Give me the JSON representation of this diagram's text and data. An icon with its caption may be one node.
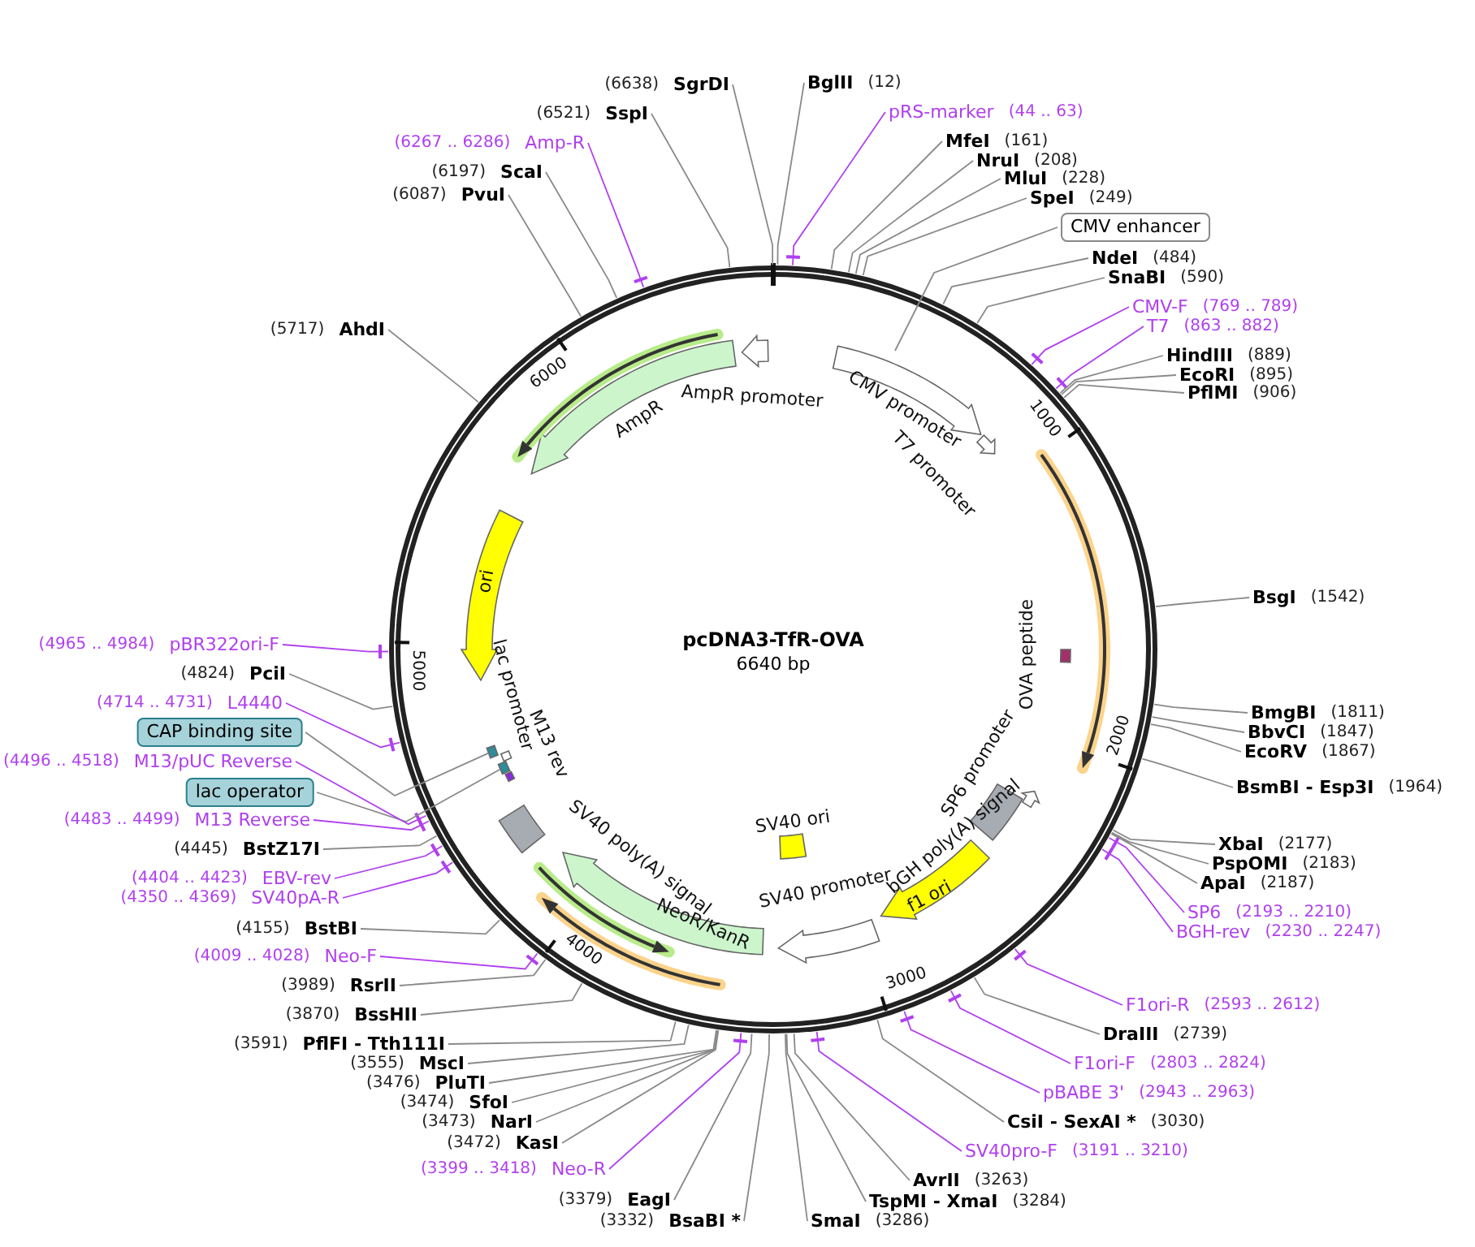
{
  "diagram": {
    "nodes": [
      {
        "text": [
          "pcDNA3-TfR-OVA",
          "6640 bp"
        ]
      },
      {
        "text": [
          "BglII",
          "(12)"
        ]
      },
      {
        "text": [
          "pRS-marker",
          "(44 .. 63)"
        ]
      },
      {
        "text": [
          "MfeI",
          "(161)"
        ]
      },
      {
        "text": [
          "NruI",
          "(208)"
        ]
      },
      {
        "text": [
          "MluI",
          "(228)"
        ]
      },
      {
        "text": [
          "SpeI",
          "(249)"
        ]
      },
      {
        "text": [
          "CMV enhancer"
        ]
      },
      {
        "text": [
          "NdeI",
          "(484)"
        ]
      },
      {
        "text": [
          "SnaBI",
          "(590)"
        ]
      },
      {
        "text": [
          "CMV-F",
          "(769 .. 789)"
        ]
      },
      {
        "text": [
          "T7",
          "(863 .. 882)"
        ]
      },
      {
        "text": [
          "HindIII",
          "(889)"
        ]
      },
      {
        "text": [
          "EcoRI",
          "(895)"
        ]
      },
      {
        "text": [
          "PflMI",
          "(906)"
        ]
      },
      {
        "text": [
          "BsgI",
          "(1542)"
        ]
      },
      {
        "text": [
          "BmgBI",
          "(1811)"
        ]
      },
      {
        "text": [
          "BbvCI",
          "(1847)"
        ]
      },
      {
        "text": [
          "EcoRV",
          "(1867)"
        ]
      },
      {
        "text": [
          "BsmBI - Esp3I",
          "(1964)"
        ]
      },
      {
        "text": [
          "XbaI",
          "(2177)"
        ]
      },
      {
        "text": [
          "PspOMI",
          "(2183)"
        ]
      },
      {
        "text": [
          "ApaI",
          "(2187)"
        ]
      },
      {
        "text": [
          "SP6",
          "(2193 .. 2210)"
        ]
      },
      {
        "text": [
          "BGH-rev",
          "(2230 .. 2247)"
        ]
      },
      {
        "text": [
          "F1ori-R",
          "(2593 .. 2612)"
        ]
      },
      {
        "text": [
          "DraIII",
          "(2739)"
        ]
      },
      {
        "text": [
          "F1ori-F",
          "(2803 .. 2824)"
        ]
      },
      {
        "text": [
          "pBABE 3'",
          "(2943 .. 2963)"
        ]
      },
      {
        "text": [
          "CsiI - SexAI *",
          "(3030)"
        ]
      },
      {
        "text": [
          "SV40pro-F",
          "(3191 .. 3210)"
        ]
      },
      {
        "text": [
          "AvrII",
          "(3263)"
        ]
      },
      {
        "text": [
          "TspMI - XmaI",
          "(3284)"
        ]
      },
      {
        "text": [
          "SmaI",
          "(3286)"
        ]
      },
      {
        "text": [
          "(3332)",
          "BsaBI *"
        ]
      },
      {
        "text": [
          "(3379)",
          "EagI"
        ]
      },
      {
        "text": [
          "(3399 .. 3418)",
          "Neo-R"
        ]
      },
      {
        "text": [
          "(3472)",
          "KasI"
        ]
      },
      {
        "text": [
          "(3473)",
          "NarI"
        ]
      },
      {
        "text": [
          "(3474)",
          "SfoI"
        ]
      },
      {
        "text": [
          "(3476)",
          "PluTI"
        ]
      },
      {
        "text": [
          "(3555)",
          "MscI"
        ]
      },
      {
        "text": [
          "(3591)",
          "PflFI - Tth111I"
        ]
      },
      {
        "text": [
          "(3870)",
          "BssHII"
        ]
      },
      {
        "text": [
          "(3989)",
          "RsrII"
        ]
      },
      {
        "text": [
          "(4009 .. 4028)",
          "Neo-F"
        ]
      },
      {
        "text": [
          "(4155)",
          "BstBI"
        ]
      },
      {
        "text": [
          "(4350 .. 4369)",
          "SV40pA-R"
        ]
      },
      {
        "text": [
          "(4404 .. 4423)",
          "EBV-rev"
        ]
      },
      {
        "text": [
          "(4445)",
          "BstZ17I"
        ]
      },
      {
        "text": [
          "(4483 .. 4499)",
          "M13 Reverse"
        ]
      },
      {
        "text": [
          "lac operator"
        ]
      },
      {
        "text": [
          "(4496 .. 4518)",
          "M13/pUC Reverse"
        ]
      },
      {
        "text": [
          "CAP binding site"
        ]
      },
      {
        "text": [
          "(4714 .. 4731)",
          "L4440"
        ]
      },
      {
        "text": [
          "(4824)",
          "PciI"
        ]
      },
      {
        "text": [
          "(4965 .. 4984)",
          "pBR322ori-F"
        ]
      },
      {
        "text": [
          "(5717)",
          "AhdI"
        ]
      },
      {
        "text": [
          "(6087)",
          "PvuI"
        ]
      },
      {
        "text": [
          "(6197)",
          "ScaI"
        ]
      },
      {
        "text": [
          "(6267 .. 6286)",
          "Amp-R"
        ]
      },
      {
        "text": [
          "(6521)",
          "SspI"
        ]
      },
      {
        "text": [
          "(6638)",
          "SgrDI"
        ]
      },
      {
        "text": [
          "AmpR promoter"
        ],
        "in": 0
      },
      {
        "text": [
          "AmpR"
        ],
        "in": 0
      },
      {
        "text": [
          "CMV promoter"
        ],
        "in": 0
      },
      {
        "text": [
          "T7 promoter"
        ],
        "in": 0
      },
      {
        "text": [
          "OVA peptide"
        ],
        "in": 0
      },
      {
        "text": [
          "SP6 promoter"
        ],
        "in": 0
      },
      {
        "text": [
          "bGH poly(A) signal"
        ],
        "in": 0
      },
      {
        "text": [
          "f1 ori"
        ],
        "in": 0
      },
      {
        "text": [
          "SV40 promoter"
        ],
        "in": 0
      },
      {
        "text": [
          "SV40 ori"
        ],
        "in": 0
      },
      {
        "text": [
          "NeoR/KanR"
        ],
        "in": 0
      },
      {
        "text": [
          "SV40 poly(A) signal"
        ],
        "in": 0
      },
      {
        "text": [
          "M13 rev"
        ],
        "in": 0
      },
      {
        "text": [
          "lac promoter"
        ],
        "in": 0
      },
      {
        "text": [
          "ori"
        ],
        "in": 0
      },
      {
        "text": [],
        "shape": "box",
        "in": 0
      },
      {
        "text": [],
        "shape": "box",
        "in": 0
      }
    ],
    "edges": [
      {
        "from": 1,
        "to": 0,
        "arrow": "none"
      },
      {
        "from": 2,
        "to": 0,
        "arrow": "none",
        "color": "#b040f0"
      },
      {
        "from": 3,
        "to": 0,
        "arrow": "none"
      },
      {
        "from": 4,
        "to": 0,
        "arrow": "none"
      },
      {
        "from": 5,
        "to": 0,
        "arrow": "none"
      },
      {
        "from": 6,
        "to": 0,
        "arrow": "none"
      },
      {
        "from": 7,
        "to": 0,
        "arrow": "none"
      },
      {
        "from": 8,
        "to": 0,
        "arrow": "none"
      },
      {
        "from": 9,
        "to": 0,
        "arrow": "none"
      },
      {
        "from": 10,
        "to": 0,
        "arrow": "none",
        "color": "#b040f0"
      },
      {
        "from": 11,
        "to": 0,
        "arrow": "none",
        "color": "#b040f0"
      },
      {
        "from": 12,
        "to": 0,
        "arrow": "none"
      },
      {
        "from": 13,
        "to": 0,
        "arrow": "none"
      },
      {
        "from": 14,
        "to": 0,
        "arrow": "none"
      },
      {
        "from": 15,
        "to": 0,
        "arrow": "none"
      },
      {
        "from": 16,
        "to": 0,
        "arrow": "none"
      },
      {
        "from": 17,
        "to": 0,
        "arrow": "none"
      },
      {
        "from": 18,
        "to": 0,
        "arrow": "none"
      },
      {
        "from": 19,
        "to": 0,
        "arrow": "none"
      },
      {
        "from": 20,
        "to": 0,
        "arrow": "none"
      },
      {
        "from": 21,
        "to": 0,
        "arrow": "none"
      },
      {
        "from": 22,
        "to": 0,
        "arrow": "none"
      },
      {
        "from": 23,
        "to": 0,
        "arrow": "none",
        "color": "#b040f0"
      },
      {
        "from": 24,
        "to": 0,
        "arrow": "none",
        "color": "#b040f0"
      },
      {
        "from": 25,
        "to": 0,
        "arrow": "none",
        "color": "#b040f0"
      },
      {
        "from": 26,
        "to": 0,
        "arrow": "none"
      },
      {
        "from": 27,
        "to": 0,
        "arrow": "none",
        "color": "#b040f0"
      },
      {
        "from": 28,
        "to": 0,
        "arrow": "none",
        "color": "#b040f0"
      },
      {
        "from": 29,
        "to": 0,
        "arrow": "none"
      },
      {
        "from": 30,
        "to": 0,
        "arrow": "none",
        "color": "#b040f0"
      },
      {
        "from": 31,
        "to": 0,
        "arrow": "none"
      },
      {
        "from": 32,
        "to": 0,
        "arrow": "none"
      },
      {
        "from": 33,
        "to": 0,
        "arrow": "none"
      },
      {
        "from": 34,
        "to": 0,
        "arrow": "none"
      },
      {
        "from": 35,
        "to": 0,
        "arrow": "none"
      },
      {
        "from": 36,
        "to": 0,
        "arrow": "none",
        "color": "#b040f0"
      },
      {
        "from": 37,
        "to": 0,
        "arrow": "none"
      },
      {
        "from": 38,
        "to": 0,
        "arrow": "none"
      },
      {
        "from": 39,
        "to": 0,
        "arrow": "none"
      },
      {
        "from": 40,
        "to": 0,
        "arrow": "none"
      },
      {
        "from": 41,
        "to": 0,
        "arrow": "none"
      },
      {
        "from": 42,
        "to": 0,
        "arrow": "none"
      },
      {
        "from": 43,
        "to": 0,
        "arrow": "none"
      },
      {
        "from": 44,
        "to": 0,
        "arrow": "none"
      },
      {
        "from": 45,
        "to": 0,
        "arrow": "none",
        "color": "#b040f0"
      },
      {
        "from": 46,
        "to": 0,
        "arrow": "none"
      },
      {
        "from": 47,
        "to": 0,
        "arrow": "none",
        "color": "#b040f0"
      },
      {
        "from": 48,
        "to": 0,
        "arrow": "none",
        "color": "#b040f0"
      },
      {
        "from": 49,
        "to": 0,
        "arrow": "none"
      },
      {
        "from": 50,
        "to": 0,
        "arrow": "none",
        "color": "#b040f0"
      },
      {
        "from": 51,
        "to": 78,
        "arrow": "none"
      },
      {
        "from": 52,
        "to": 0,
        "arrow": "none",
        "color": "#b040f0"
      },
      {
        "from": 53,
        "to": 79,
        "arrow": "none"
      },
      {
        "from": 54,
        "to": 0,
        "arrow": "none",
        "color": "#b040f0"
      },
      {
        "from": 55,
        "to": 0,
        "arrow": "none"
      },
      {
        "from": 56,
        "to": 0,
        "arrow": "none",
        "color": "#b040f0"
      },
      {
        "from": 57,
        "to": 0,
        "arrow": "none"
      },
      {
        "from": 58,
        "to": 0,
        "arrow": "none"
      },
      {
        "from": 59,
        "to": 0,
        "arrow": "none"
      },
      {
        "from": 60,
        "to": 0,
        "arrow": "none",
        "color": "#b040f0"
      },
      {
        "from": 61,
        "to": 0,
        "arrow": "none"
      },
      {
        "from": 62,
        "to": 0,
        "arrow": "none"
      }
    ],
    "labels": [
      "1000",
      "2000",
      "3000",
      "4000",
      "5000",
      "6000"
    ]
  }
}
